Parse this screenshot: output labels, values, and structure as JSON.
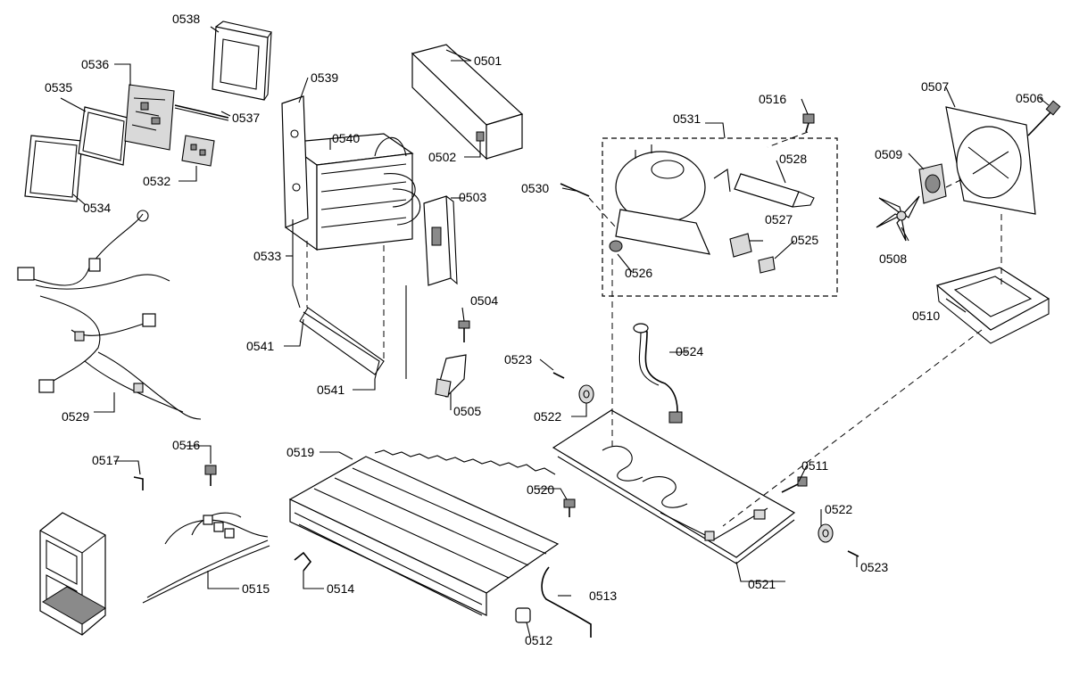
{
  "labels": {
    "p0501": "0501",
    "p0502": "0502",
    "p0503": "0503",
    "p0504": "0504",
    "p0505": "0505",
    "p0506": "0506",
    "p0507": "0507",
    "p0508": "0508",
    "p0509": "0509",
    "p0510": "0510",
    "p0511": "0511",
    "p0512": "0512",
    "p0513": "0513",
    "p0514": "0514",
    "p0515": "0515",
    "p0516a": "0516",
    "p0516b": "0516",
    "p0517": "0517",
    "p0519": "0519",
    "p0520": "0520",
    "p0521": "0521",
    "p0522a": "0522",
    "p0522b": "0522",
    "p0523a": "0523",
    "p0523b": "0523",
    "p0524": "0524",
    "p0525": "0525",
    "p0526": "0526",
    "p0527": "0527",
    "p0528": "0528",
    "p0529": "0529",
    "p0530": "0530",
    "p0531": "0531",
    "p0532": "0532",
    "p0533": "0533",
    "p0534": "0534",
    "p0535": "0535",
    "p0536": "0536",
    "p0537": "0537",
    "p0538": "0538",
    "p0539": "0539",
    "p0540": "0540",
    "p0541a": "0541",
    "p0541b": "0541"
  }
}
